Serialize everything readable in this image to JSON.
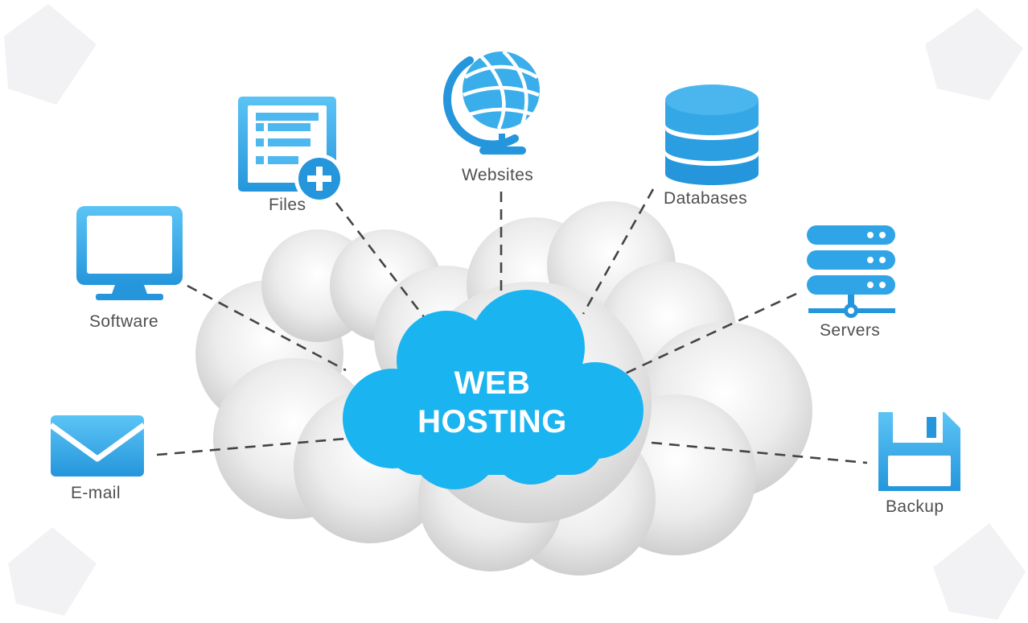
{
  "center": {
    "line1": "WEB",
    "line2": "HOSTING"
  },
  "nodes": {
    "software": {
      "label": "Software",
      "icon": "monitor-icon"
    },
    "files": {
      "label": "Files",
      "icon": "file-add-icon"
    },
    "websites": {
      "label": "Websites",
      "icon": "globe-icon"
    },
    "databases": {
      "label": "Databases",
      "icon": "database-icon"
    },
    "servers": {
      "label": "Servers",
      "icon": "server-rack-icon"
    },
    "email": {
      "label": "E-mail",
      "icon": "envelope-icon"
    },
    "backup": {
      "label": "Backup",
      "icon": "floppy-disk-icon"
    }
  },
  "colors": {
    "accent": "#2fa4e7",
    "center_cloud": "#1ab4f0",
    "cloud_gray": "#d4d4d4",
    "connector": "#444444",
    "label_text": "#4f4f4f"
  }
}
